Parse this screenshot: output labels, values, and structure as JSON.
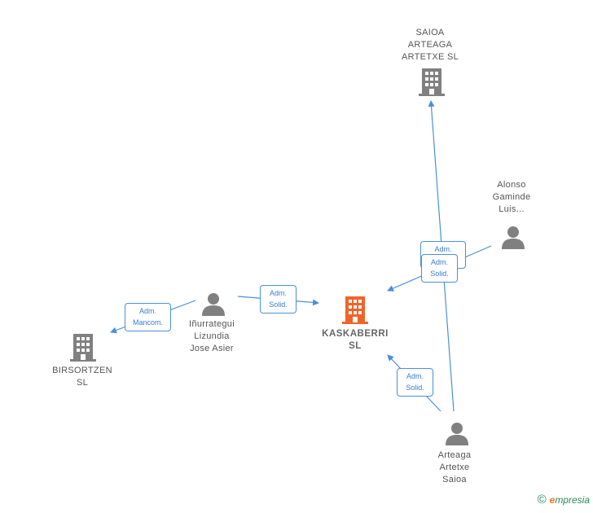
{
  "nodes": {
    "kaskaberri": {
      "label": "KASKABERRI\nSL",
      "type": "company",
      "color": "#f0642c"
    },
    "saioa_arteaga": {
      "label": "SAIOA\nARTEAGA\nARTETXE  SL",
      "type": "company",
      "color": "#808080"
    },
    "birsortzen": {
      "label": "BIRSORTZEN\nSL",
      "type": "company",
      "color": "#808080"
    },
    "inurrategui": {
      "label": "Iñurrategui\nLizundia\nJose Asier",
      "type": "person",
      "color": "#808080"
    },
    "alonso": {
      "label": "Alonso\nGaminde\nLuis...",
      "type": "person",
      "color": "#808080"
    },
    "arteaga": {
      "label": "Arteaga\nArtetxe\nSaioa",
      "type": "person",
      "color": "#808080"
    }
  },
  "edges": [
    {
      "from": "inurrategui",
      "to": "kaskaberri",
      "label_line1": "Adm.",
      "label_line2": "Solid."
    },
    {
      "from": "inurrategui",
      "to": "birsortzen",
      "label_line1": "Adm.",
      "label_line2": "Mancom."
    },
    {
      "from": "alonso",
      "to": "kaskaberri",
      "label_line1": "Adm.",
      "label_line2": "Solid."
    },
    {
      "from": "arteaga",
      "to": "saioa_arteaga",
      "label_line1": "Adm.",
      "label_line2": ""
    },
    {
      "from": "arteaga",
      "to": "kaskaberri",
      "label_line1": "Adm.",
      "label_line2": "Solid."
    }
  ],
  "footer": {
    "copyright": "©",
    "brand_first": "e",
    "brand_rest": "mpresia"
  },
  "colors": {
    "edge": "#4a90d9",
    "accent": "#f0642c"
  }
}
